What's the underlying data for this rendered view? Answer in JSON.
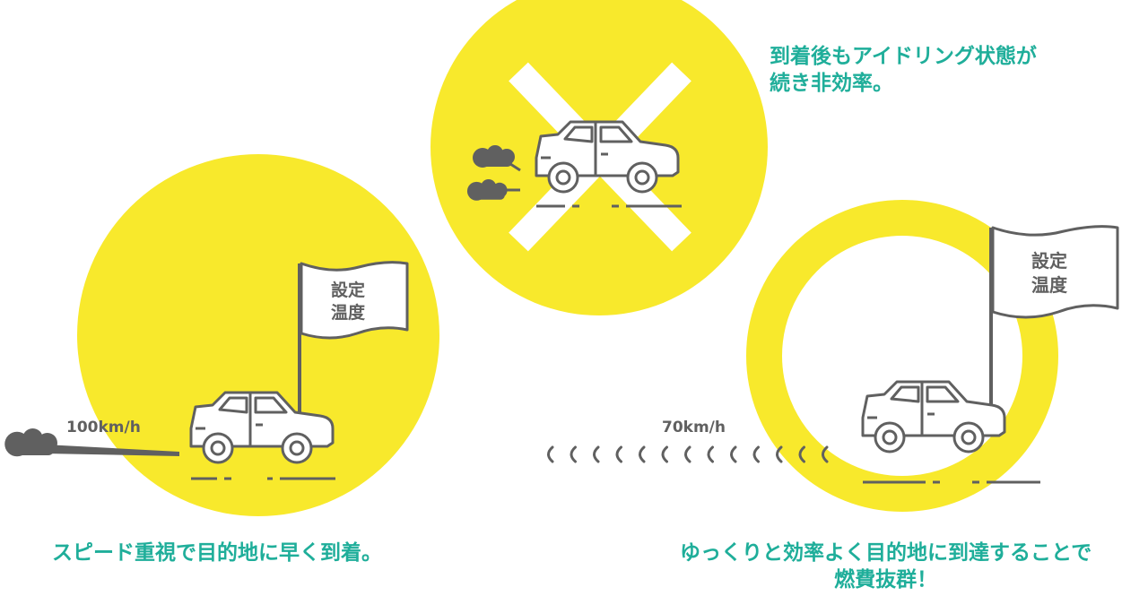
{
  "colors": {
    "yellow": "#f8e92c",
    "grey": "#606060",
    "teal": "#1fae9a",
    "white": "#ffffff"
  },
  "icons": [
    "car-icon",
    "flag-icon",
    "exhaust-cloud-icon",
    "cross-mark-icon",
    "wind-wave-icon"
  ],
  "left_panel": {
    "speed": "100km/h",
    "flag_line1": "設定",
    "flag_line2": "温度",
    "caption": "スピード重視で目的地に早く到着。"
  },
  "top_panel": {
    "caption_line1": "到着後もアイドリング状態が",
    "caption_line2": "続き非効率。"
  },
  "right_panel": {
    "speed": "70km/h",
    "flag_line1": "設定",
    "flag_line2": "温度",
    "caption_line1": "ゆっくりと効率よく目的地に到達することで",
    "caption_line2": "燃費抜群！"
  }
}
